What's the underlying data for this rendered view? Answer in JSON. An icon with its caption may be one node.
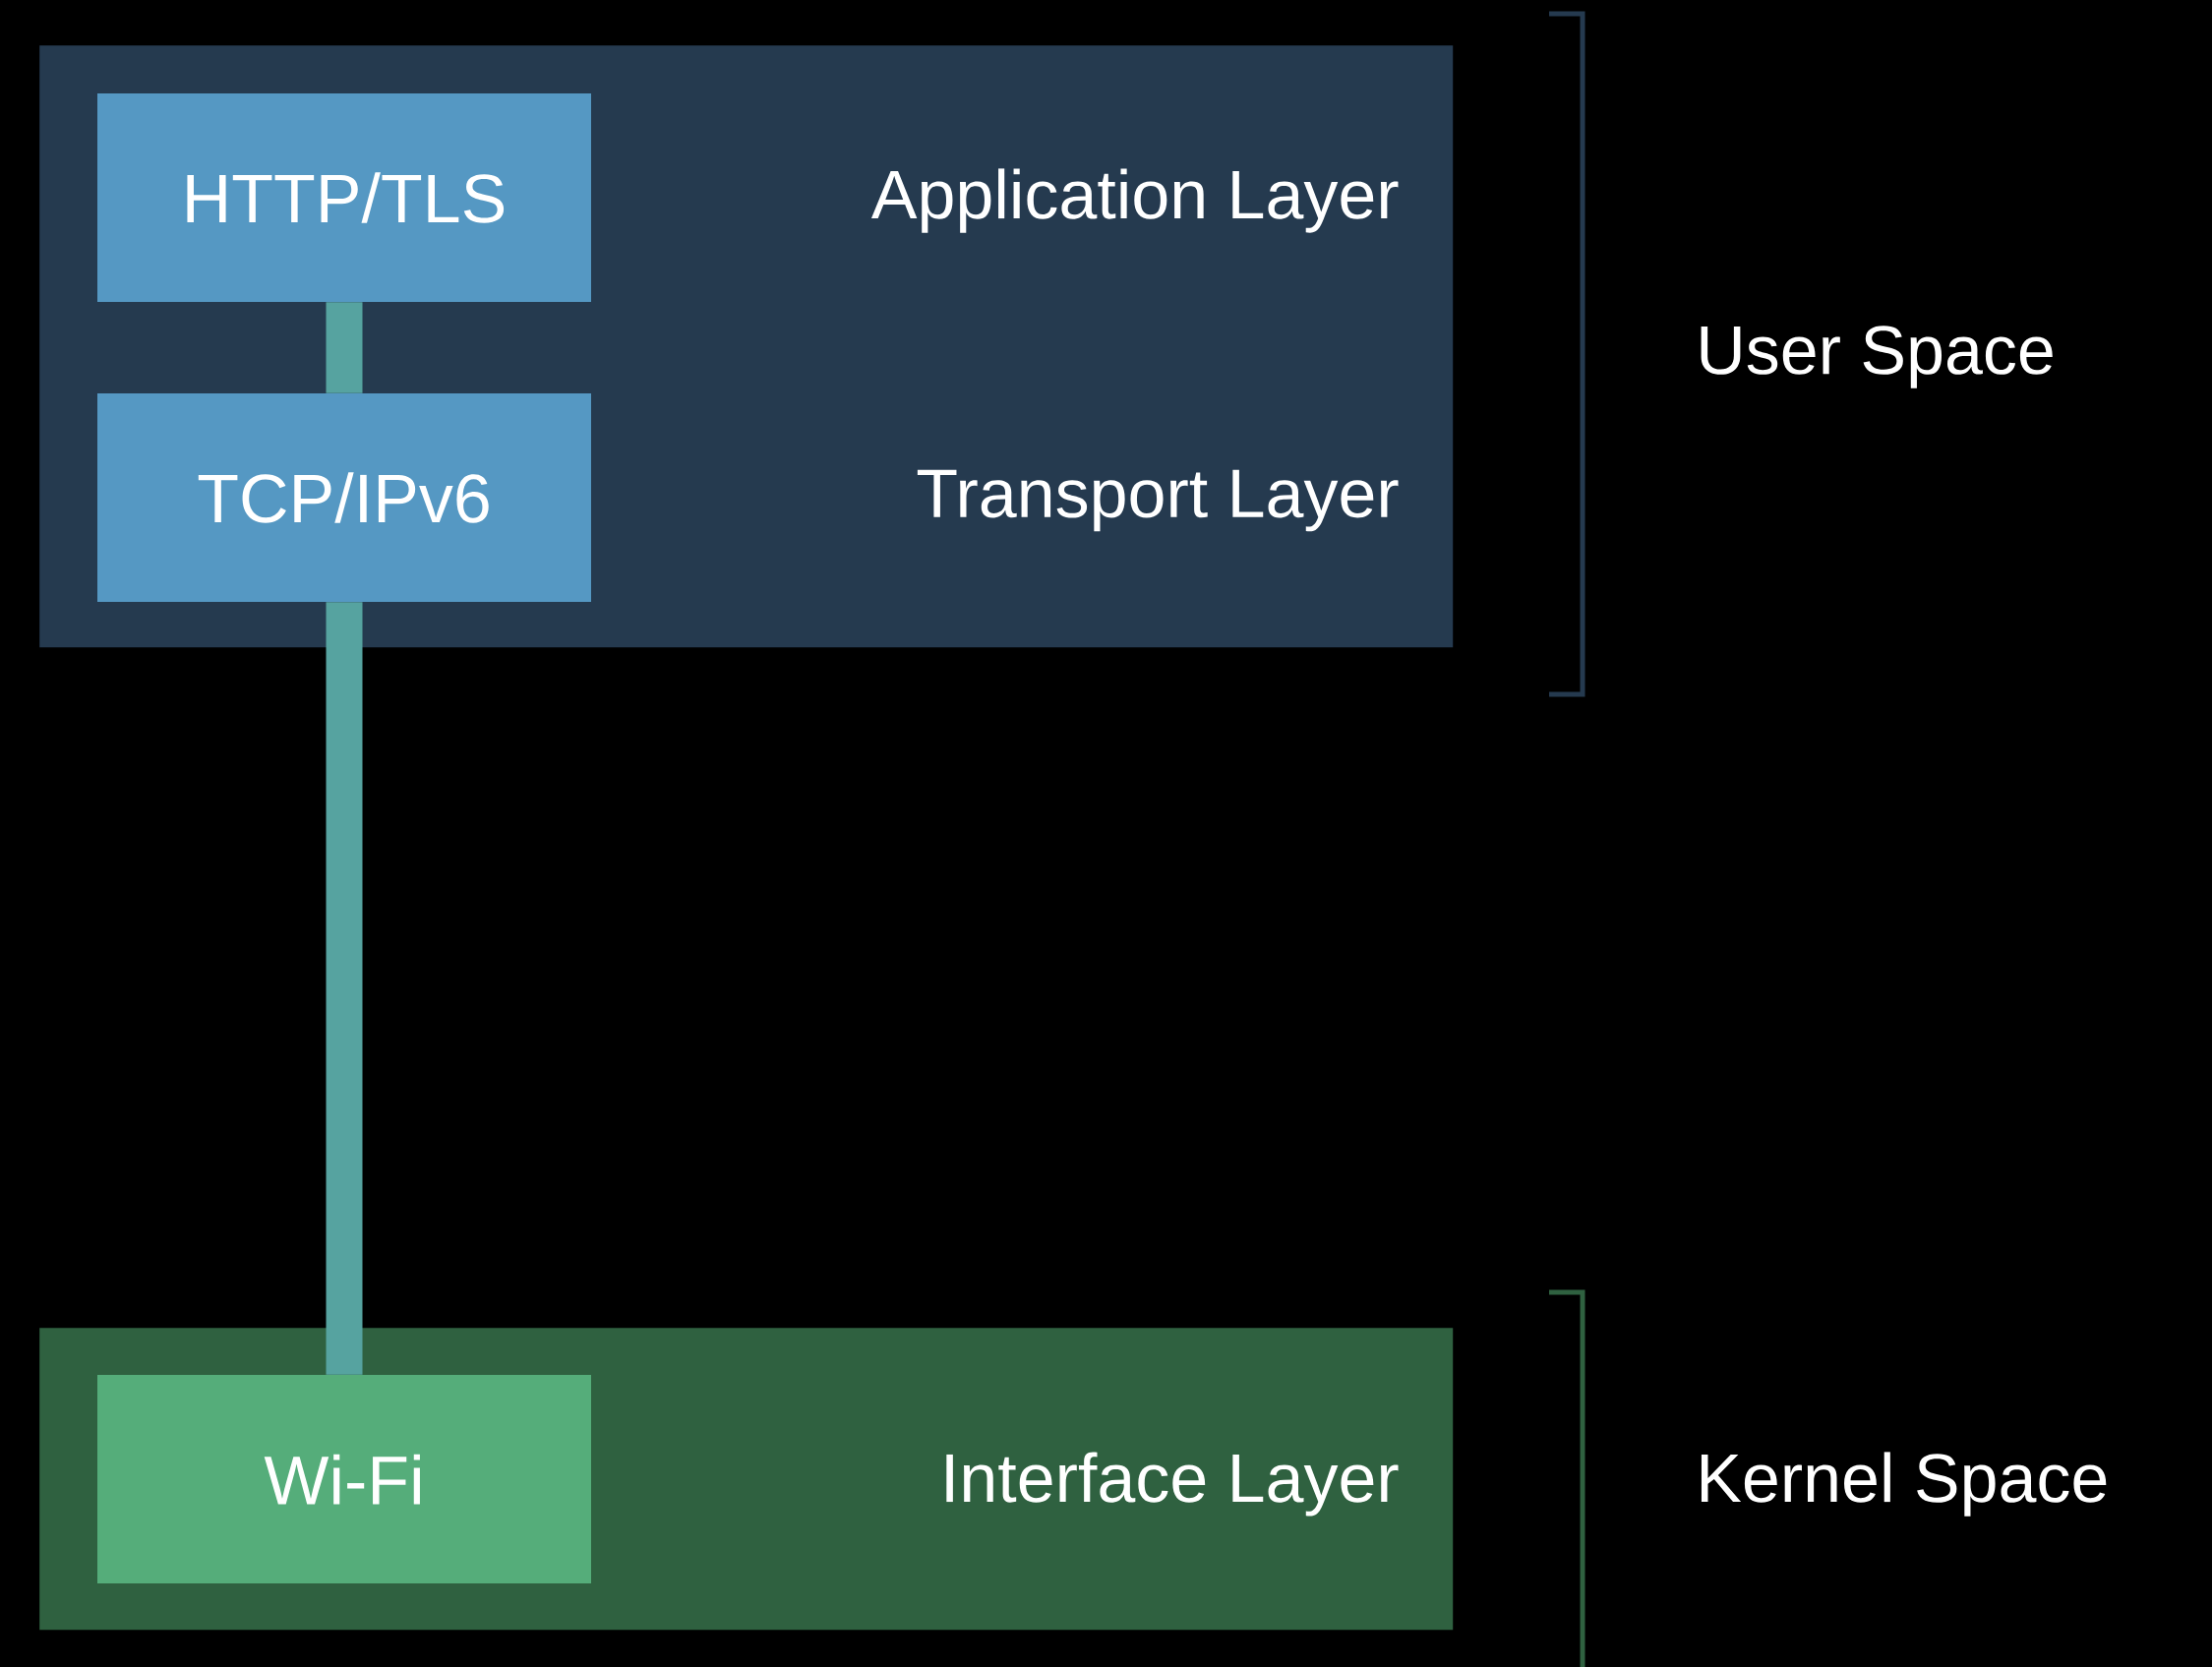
{
  "diagram": {
    "nodes": [
      {
        "text": [
          "Application Layer",
          "Transport Layer"
        ]
      },
      {
        "text": [
          "HTTP/TLS"
        ],
        "in": 0
      },
      {
        "text": [
          "TCP/IPv6"
        ],
        "in": 0
      },
      {
        "text": [
          "Interface Layer"
        ]
      },
      {
        "text": [
          "Wi-Fi"
        ],
        "in": 3
      }
    ],
    "edges": [
      {
        "from": 1,
        "to": 2,
        "arrow": "none"
      },
      {
        "from": 2,
        "to": 4,
        "arrow": "none"
      }
    ],
    "labels": [
      "User Space",
      "Kernel Space"
    ]
  }
}
